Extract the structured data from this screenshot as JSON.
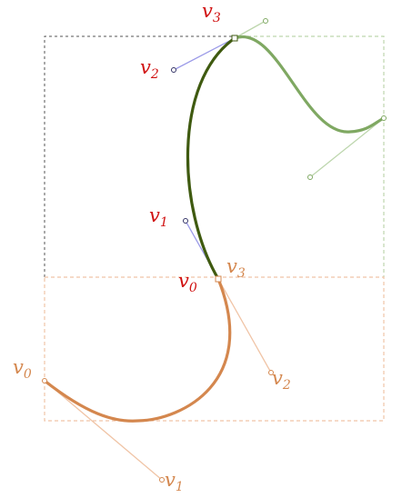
{
  "colors": {
    "orange": "#d4874e",
    "orange_light": "#f0c4a6",
    "dark_green": "#3f5a10",
    "light_green": "#7fa862",
    "light_green_handle": "#bdd6ad",
    "handle_blue": "#9c9be8",
    "label_red": "#d01010",
    "label_orange": "#d4874e",
    "frame_dark": "#555555"
  },
  "labels": {
    "v": "v",
    "sub0": "0",
    "sub1": "1",
    "sub2": "2",
    "sub3": "3"
  }
}
